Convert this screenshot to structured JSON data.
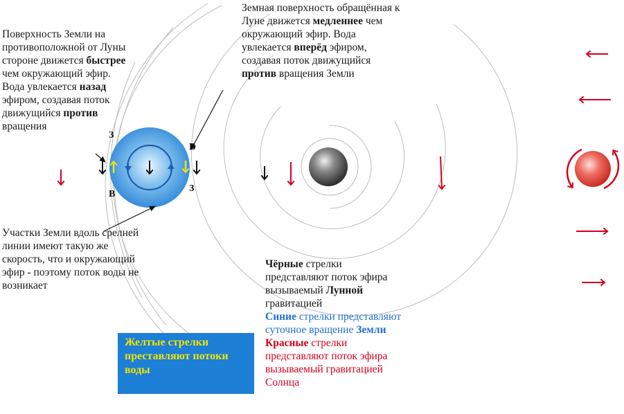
{
  "colors": {
    "black_arrow": "#111111",
    "blue_arrow": "#1f6fd0",
    "red_arrow": "#d3001c",
    "yellow_arrow": "#f3e400",
    "earth_blue": "#2e86d8",
    "moon_gray": "#6a6a6a",
    "sun_red": "#e8524a",
    "box_blue": "#1d7fd6"
  },
  "labels": {
    "earth_left_top": "З",
    "earth_right_top": "В",
    "earth_left_bottom": "В",
    "earth_right_bottom": "З"
  },
  "note_left": {
    "t1": "Поверхность Земли на противоположной от Луны стороне движется ",
    "b1": "быстрее",
    "t2": " чем окружающий эфир. Вода увлекается ",
    "b2": "назад",
    "t3": " эфиром, создавая поток движущийся ",
    "b3": "против",
    "t4": " вращения"
  },
  "note_top": {
    "t1": "Земная поверхность обращённая к Луне движется ",
    "b1": "медленнее",
    "t2": " чем окружающий эфир. Вода увлекается ",
    "b2": "вперёд",
    "t3": " эфиром, создавая поток движущийся ",
    "b3": "против",
    "t4": " вращения Земли"
  },
  "note_mid": {
    "text": "Участки Земли вдоль срелней линии имеют такую же скорость, что и окружающий эфир - поэтому поток воды не возникает"
  },
  "legend": {
    "black_b": "Чёрные",
    "black_t1": " стрелки представляют поток эфира вызываемый ",
    "black_b2": "Лунной",
    "black_t2": " гравитацией",
    "blue_b": "Синие",
    "blue_t1": " стрелки представляют суточное вращение ",
    "blue_b2": "Земли",
    "red_b": "Красные",
    "red_t1": " стрелки представляют поток эфира вызываемый гравитацией Солнца"
  },
  "yellow_box": {
    "text": "Желтые стрелки преставляют потоки воды"
  }
}
